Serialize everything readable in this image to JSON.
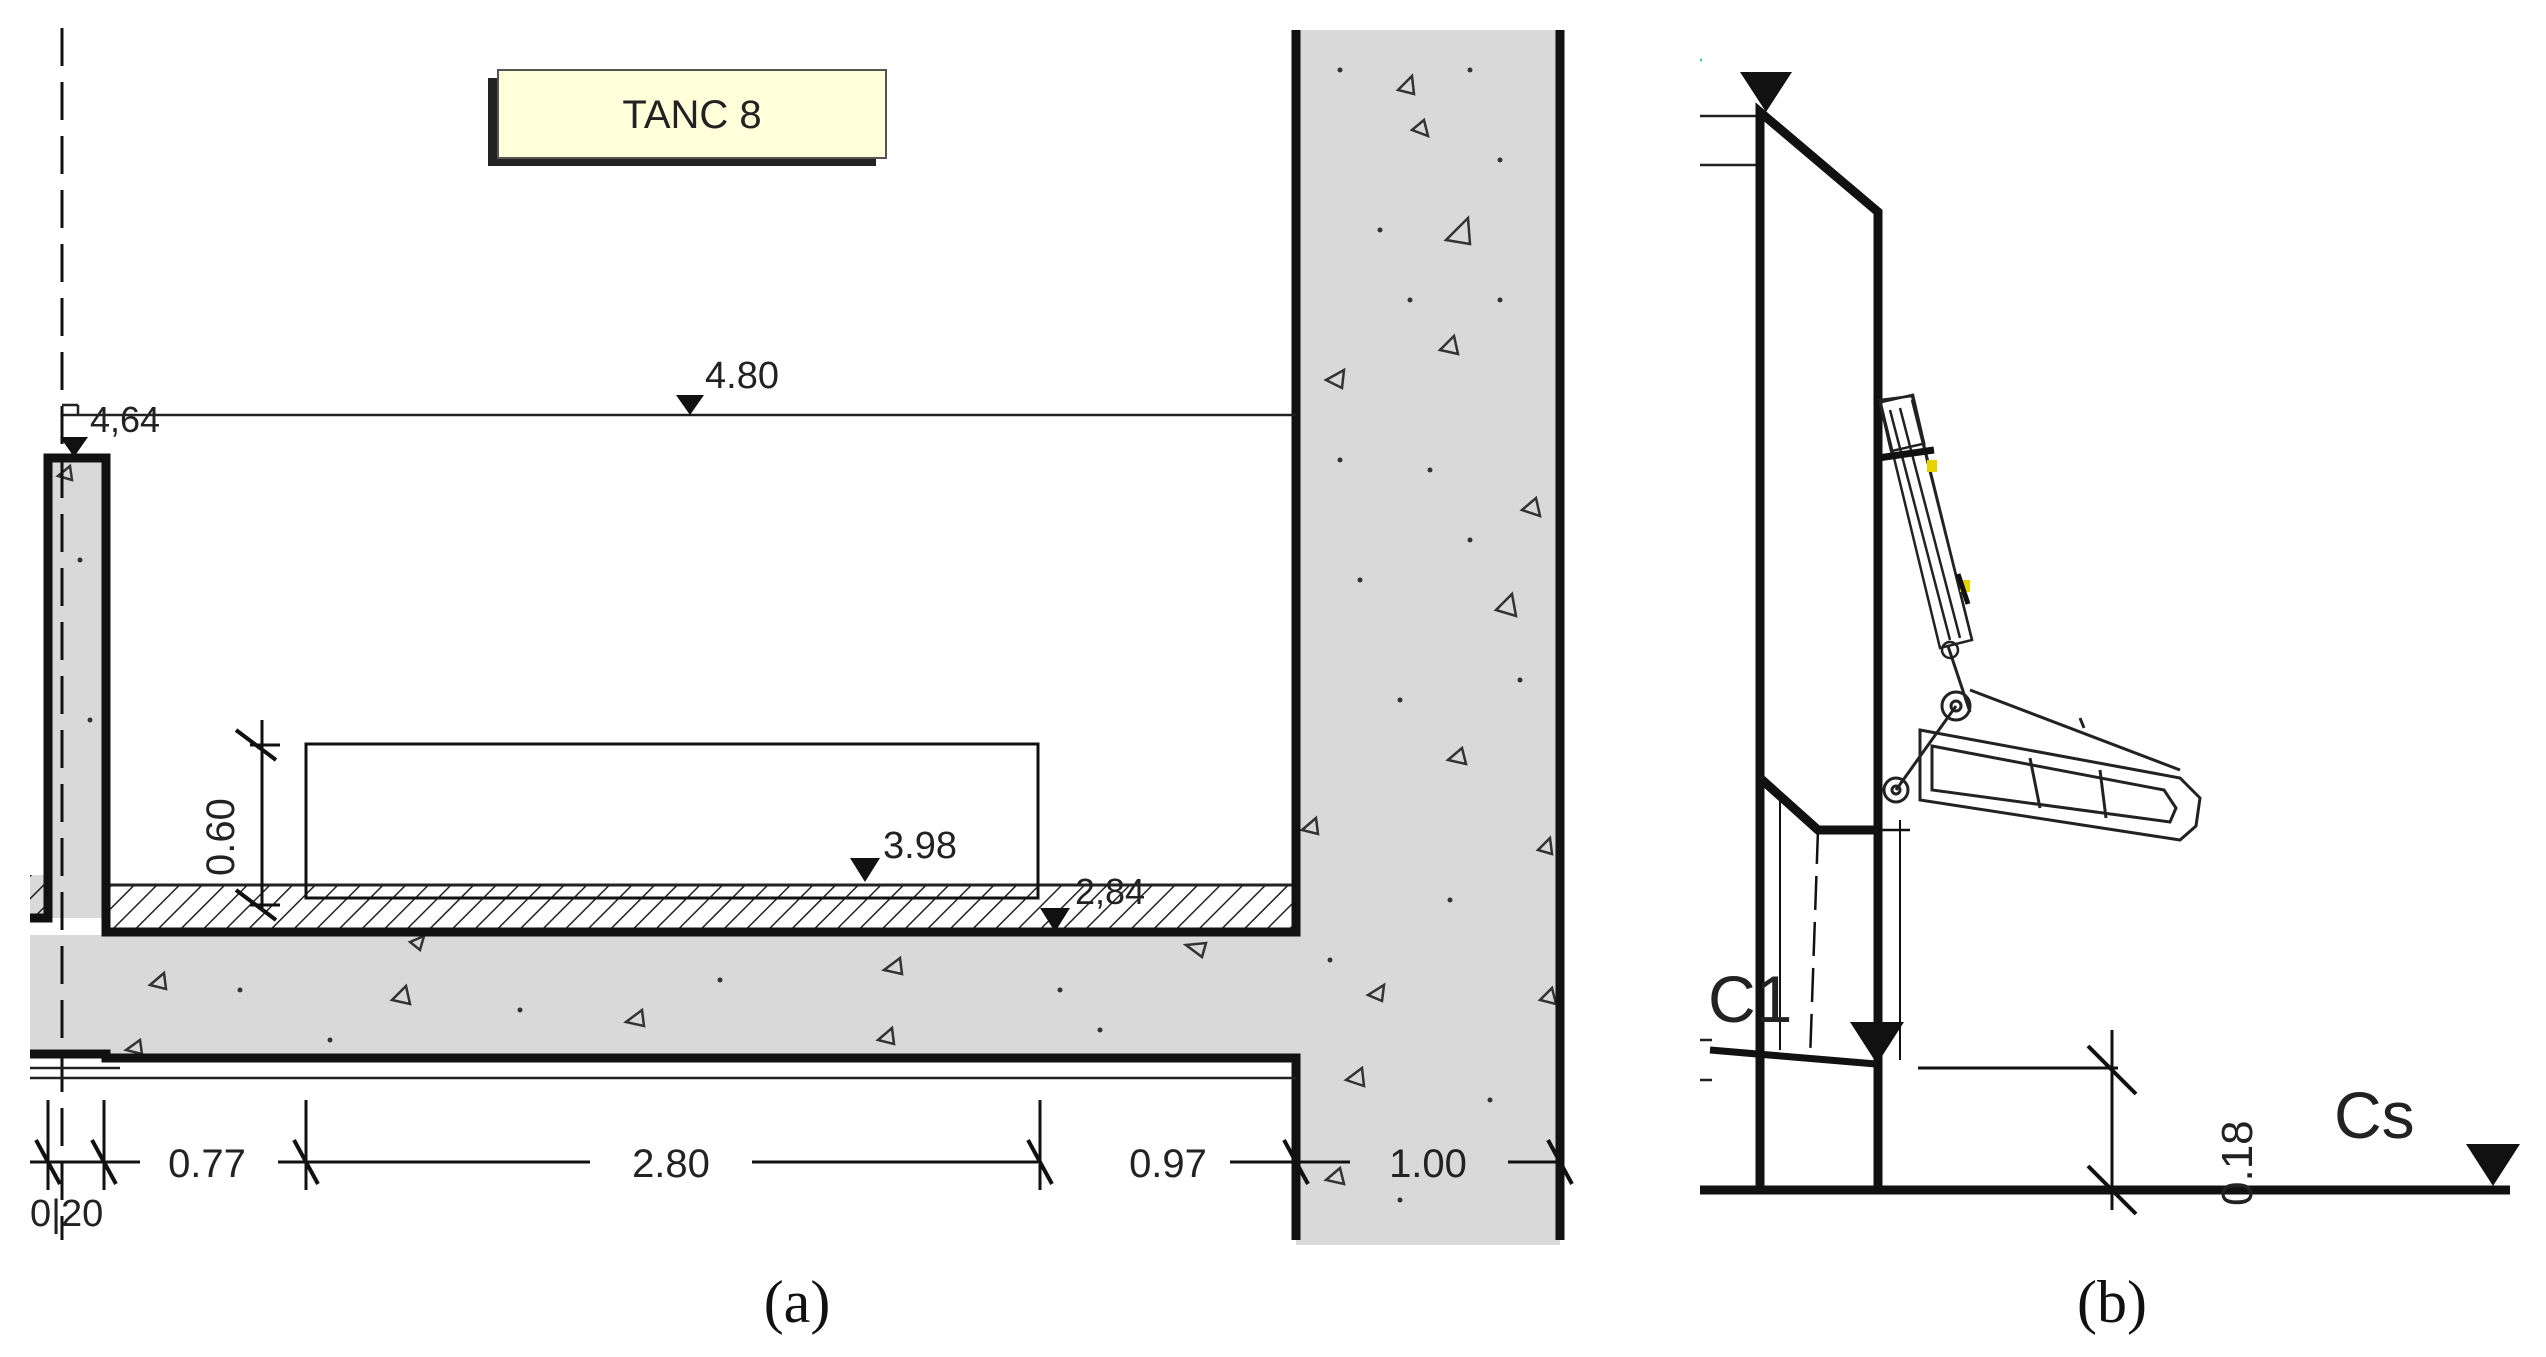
{
  "panel_a": {
    "caption": "(a)",
    "title": "TANC 8",
    "levels": {
      "top": "4.80",
      "wall_top": "4,64",
      "inner": "3.98",
      "bottom": "2,84"
    },
    "vertical_dim": "0.60",
    "dims": {
      "d1": "0.77",
      "d2": "2.80",
      "d3": "0.97",
      "d4": "1.00",
      "d_left": "0|20"
    }
  },
  "panel_b": {
    "caption": "(b)",
    "label_c1": "C1",
    "label_cs": "Cs",
    "vertical_dim": "0.18"
  },
  "colors": {
    "concrete": "#d9d9d9",
    "title_box": "#ffffd9",
    "accent": "#e8d200"
  }
}
